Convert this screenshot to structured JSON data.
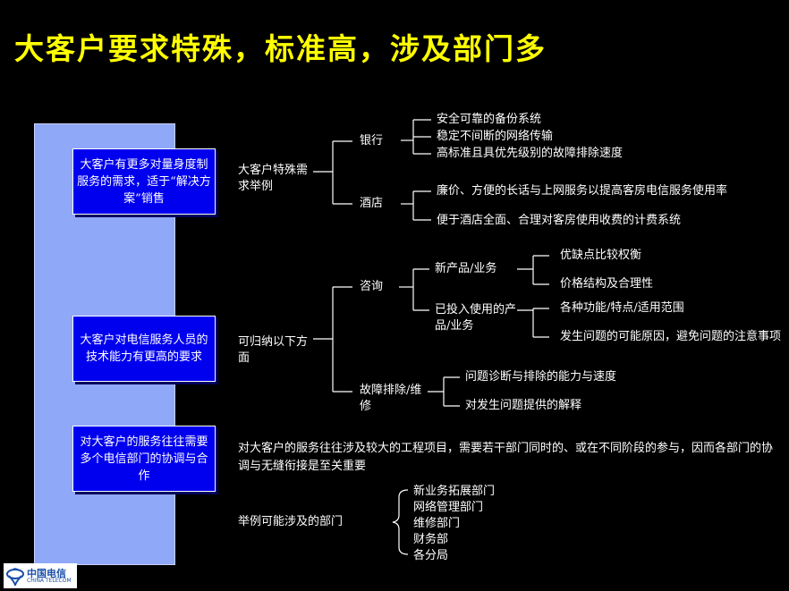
{
  "title": "大客户要求特殊，标准高，涉及部门多",
  "boxes": [
    "大客户有更多对量身度制服务的需求，适于“解决方案”销售",
    "大客户对电信服务人员的技术能力有更高的要求",
    "对大客户的服务往往需要多个电信部门的协调与合作"
  ],
  "section1": {
    "label": "大客户特殊需求举例",
    "branches": [
      {
        "name": "银行",
        "items": [
          "安全可靠的备份系统",
          "稳定不间断的网络传输",
          "高标准且具优先级别的故障排除速度"
        ]
      },
      {
        "name": "酒店",
        "items": [
          "廉价、方便的长话与上网服务以提高客房电信服务使用率",
          "便于酒店全面、合理对客房使用收费的计费系统"
        ]
      }
    ]
  },
  "section2": {
    "label": "可归纳以下方面",
    "consult": {
      "name": "咨询",
      "subs": [
        {
          "name": "新产品/业务",
          "items": [
            "优缺点比较权衡",
            "价格结构及合理性"
          ]
        },
        {
          "name": "已投入使用的产品/业务",
          "items": [
            "各种功能/特点/适用范围",
            "发生问题的可能原因，避免问题的注意事项"
          ]
        }
      ]
    },
    "repair": {
      "name": "故障排除/维修",
      "items": [
        "问题诊断与排除的能力与速度",
        "对发生问题提供的解释"
      ]
    }
  },
  "section3": {
    "text": "对大客户的服务往往涉及较大的工程项目，需要若干部门同时的、或在不同阶段的参与，因而各部门的协调与无缝衔接是至关重要",
    "label": "举例可能涉及的部门",
    "departments": [
      "新业务拓展部门",
      "网络管理部门",
      "维修部门",
      "财务部",
      "各分局"
    ]
  },
  "logo": {
    "cn": "中国电信",
    "en": "CHINA TELECOM",
    "icon": "china-telecom-logo-icon"
  },
  "colors": {
    "title": "#ffff00",
    "box": "#0000ee",
    "column": "#8fa8f8",
    "background": "#000000"
  }
}
